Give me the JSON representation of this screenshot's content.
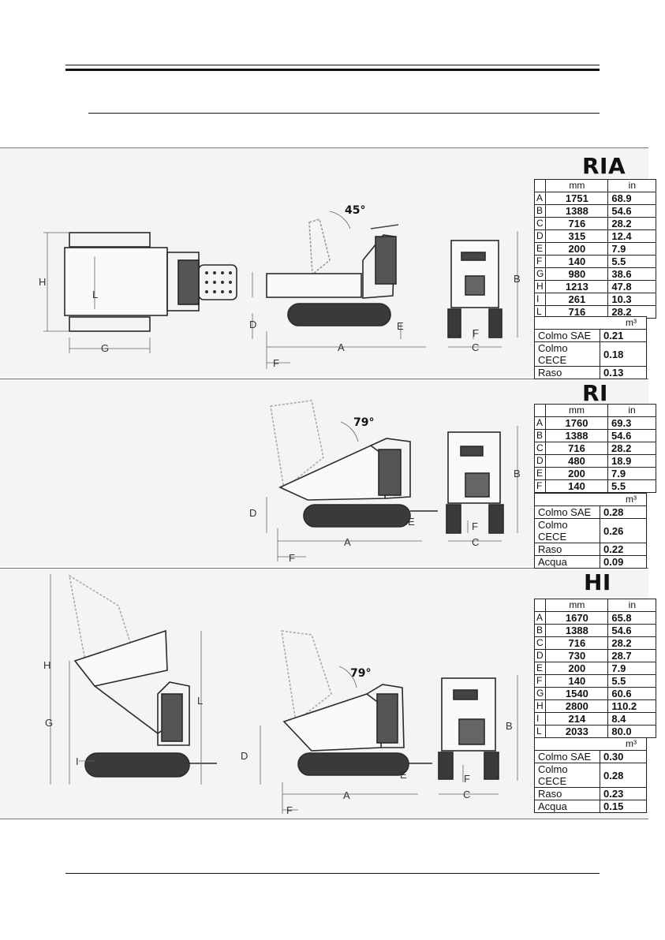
{
  "sections": [
    {
      "model": "RIA",
      "angle": "45°",
      "header": {
        "mm": "mm",
        "in": "in"
      },
      "dims": [
        {
          "l": "A",
          "mm": "1751",
          "in": "68.9"
        },
        {
          "l": "B",
          "mm": "1388",
          "in": "54.6"
        },
        {
          "l": "C",
          "mm": "716",
          "in": "28.2"
        },
        {
          "l": "D",
          "mm": "315",
          "in": "12.4"
        },
        {
          "l": "E",
          "mm": "200",
          "in": "7.9"
        },
        {
          "l": "F",
          "mm": "140",
          "in": "5.5"
        },
        {
          "l": "G",
          "mm": "980",
          "in": "38.6"
        },
        {
          "l": "H",
          "mm": "1213",
          "in": "47.8"
        },
        {
          "l": "I",
          "mm": "261",
          "in": "10.3"
        },
        {
          "l": "L",
          "mm": "716",
          "in": "28.2"
        }
      ],
      "volume_unit": "m³",
      "volumes": [
        {
          "name": "Colmo SAE",
          "value": "0.21"
        },
        {
          "name": "Colmo CECE",
          "value": "0.18"
        },
        {
          "name": "Raso",
          "value": "0.13"
        }
      ]
    },
    {
      "model": "RI",
      "angle": "79°",
      "header": {
        "mm": "mm",
        "in": "in"
      },
      "dims": [
        {
          "l": "A",
          "mm": "1760",
          "in": "69.3"
        },
        {
          "l": "B",
          "mm": "1388",
          "in": "54.6"
        },
        {
          "l": "C",
          "mm": "716",
          "in": "28.2"
        },
        {
          "l": "D",
          "mm": "480",
          "in": "18.9"
        },
        {
          "l": "E",
          "mm": "200",
          "in": "7.9"
        },
        {
          "l": "F",
          "mm": "140",
          "in": "5.5"
        }
      ],
      "volume_unit": "m³",
      "volumes": [
        {
          "name": "Colmo SAE",
          "value": "0.28"
        },
        {
          "name": "Colmo CECE",
          "value": "0.26"
        },
        {
          "name": "Raso",
          "value": "0.22"
        },
        {
          "name": "Acqua",
          "value": "0.09"
        }
      ]
    },
    {
      "model": "HI",
      "angle": "79°",
      "header": {
        "mm": "mm",
        "in": "in"
      },
      "dims": [
        {
          "l": "A",
          "mm": "1670",
          "in": "65.8"
        },
        {
          "l": "B",
          "mm": "1388",
          "in": "54.6"
        },
        {
          "l": "C",
          "mm": "716",
          "in": "28.2"
        },
        {
          "l": "D",
          "mm": "730",
          "in": "28.7"
        },
        {
          "l": "E",
          "mm": "200",
          "in": "7.9"
        },
        {
          "l": "F",
          "mm": "140",
          "in": "5.5"
        },
        {
          "l": "G",
          "mm": "1540",
          "in": "60.6"
        },
        {
          "l": "H",
          "mm": "2800",
          "in": "110.2"
        },
        {
          "l": "I",
          "mm": "214",
          "in": "8.4"
        },
        {
          "l": "L",
          "mm": "2033",
          "in": "80.0"
        }
      ],
      "volume_unit": "m³",
      "volumes": [
        {
          "name": "Colmo SAE",
          "value": "0.30"
        },
        {
          "name": "Colmo CECE",
          "value": "0.28"
        },
        {
          "name": "Raso",
          "value": "0.23"
        },
        {
          "name": "Acqua",
          "value": "0.15"
        }
      ]
    }
  ],
  "dimension_letters": [
    "A",
    "B",
    "C",
    "D",
    "E",
    "F",
    "G",
    "H",
    "I",
    "L"
  ]
}
